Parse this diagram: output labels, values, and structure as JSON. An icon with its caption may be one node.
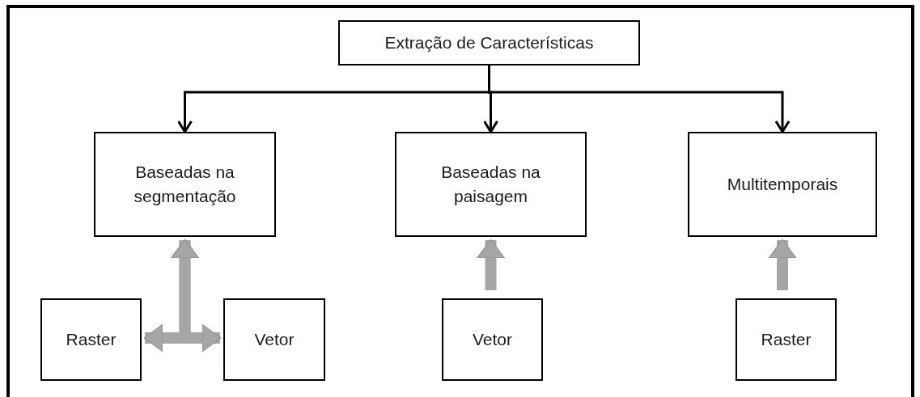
{
  "diagram": {
    "nodes": [
      {
        "text": [
          "Extração de Características"
        ]
      },
      {
        "text": [
          "Baseadas na segmentação"
        ]
      },
      {
        "text": [
          "Baseadas na paisagem"
        ]
      },
      {
        "text": [
          "Multitemporais"
        ]
      },
      {
        "text": [
          "Raster"
        ]
      },
      {
        "text": [
          "Vetor"
        ]
      },
      {
        "text": [
          "Vetor"
        ]
      },
      {
        "text": [
          "Raster"
        ]
      }
    ],
    "edges": [
      {
        "from": 0,
        "to": 1,
        "arrow": "to",
        "color": "#000000"
      },
      {
        "from": 0,
        "to": 2,
        "arrow": "to",
        "color": "#000000"
      },
      {
        "from": 0,
        "to": 3,
        "arrow": "to",
        "color": "#000000"
      },
      {
        "from": 4,
        "to": 1,
        "arrow": "both"
      },
      {
        "from": 5,
        "to": 1,
        "arrow": "both"
      },
      {
        "from": 6,
        "to": 2,
        "arrow": "to"
      },
      {
        "from": 7,
        "to": 3,
        "arrow": "to"
      }
    ]
  }
}
